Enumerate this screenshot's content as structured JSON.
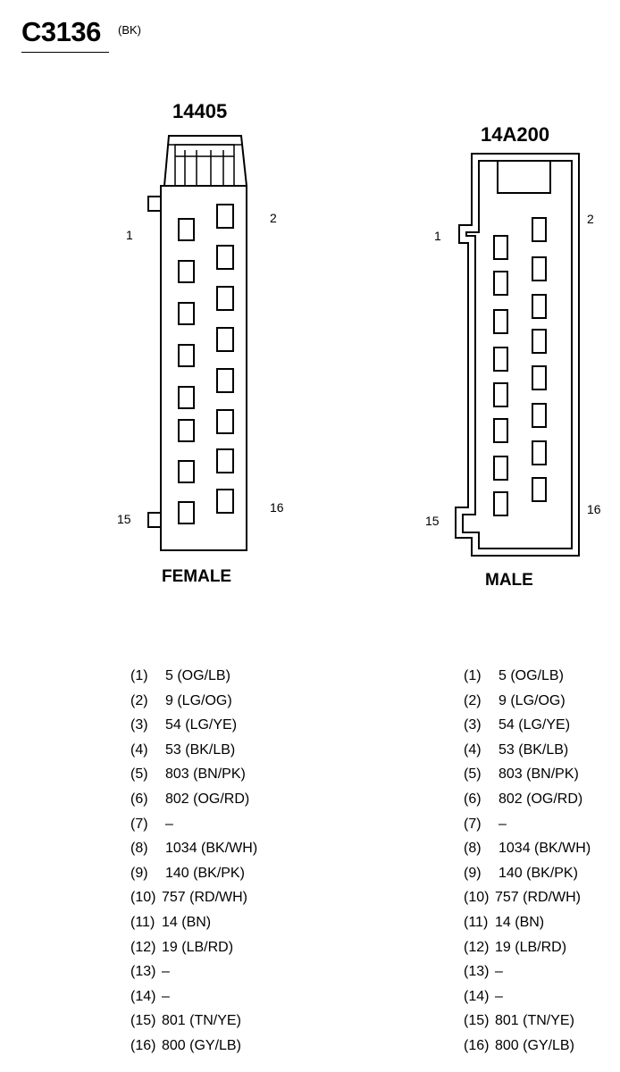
{
  "connector": {
    "id": "C3136",
    "color_code": "(BK)"
  },
  "female": {
    "part_number": "14405",
    "label": "FEMALE",
    "pin_labels": {
      "p1": "1",
      "p2": "2",
      "p15": "15",
      "p16": "16"
    }
  },
  "male": {
    "part_number": "14A200",
    "label": "MALE",
    "pin_labels": {
      "p1": "1",
      "p2": "2",
      "p15": "15",
      "p16": "16"
    }
  },
  "pinout": [
    {
      "pin": "(1)",
      "circuit": "5 (OG/LB)"
    },
    {
      "pin": "(2)",
      "circuit": "9 (LG/OG)"
    },
    {
      "pin": "(3)",
      "circuit": "54 (LG/YE)"
    },
    {
      "pin": "(4)",
      "circuit": "53 (BK/LB)"
    },
    {
      "pin": "(5)",
      "circuit": "803 (BN/PK)"
    },
    {
      "pin": "(6)",
      "circuit": "802 (OG/RD)"
    },
    {
      "pin": "(7)",
      "circuit": "–"
    },
    {
      "pin": "(8)",
      "circuit": "1034 (BK/WH)"
    },
    {
      "pin": "(9)",
      "circuit": "140 (BK/PK)"
    },
    {
      "pin": "(10)",
      "circuit": "757 (RD/WH)"
    },
    {
      "pin": "(11)",
      "circuit": "14 (BN)"
    },
    {
      "pin": "(12)",
      "circuit": "19 (LB/RD)"
    },
    {
      "pin": "(13)",
      "circuit": "–"
    },
    {
      "pin": "(14)",
      "circuit": "–"
    },
    {
      "pin": "(15)",
      "circuit": "801 (TN/YE)"
    },
    {
      "pin": "(16)",
      "circuit": "800 (GY/LB)"
    }
  ]
}
